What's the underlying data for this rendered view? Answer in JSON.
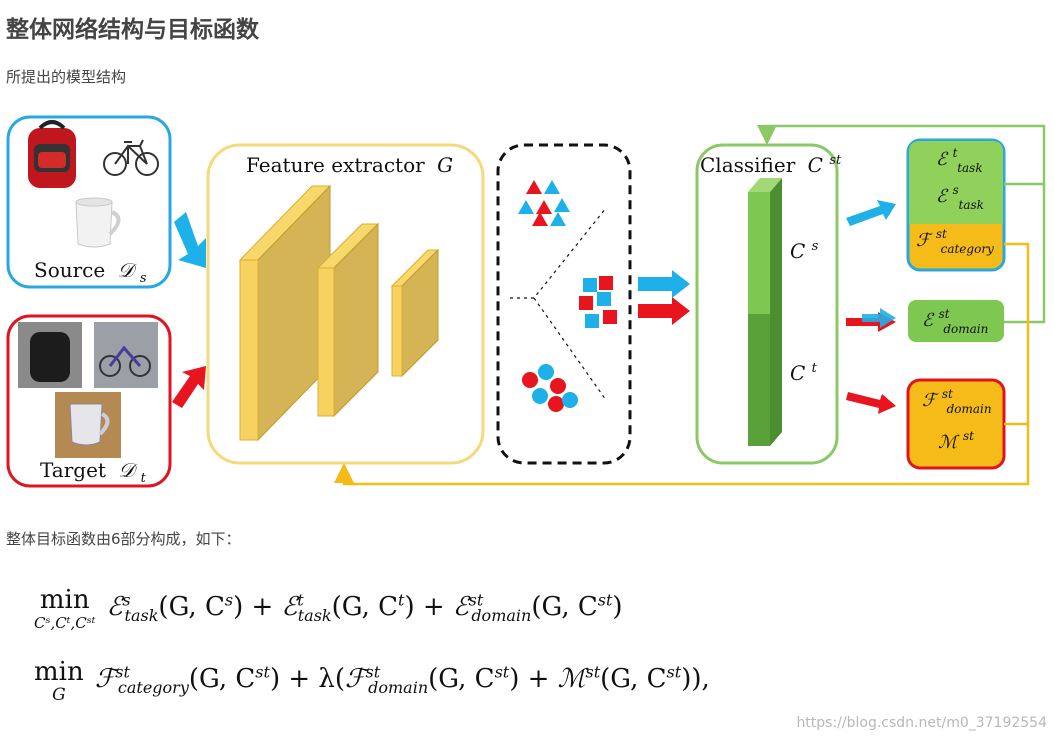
{
  "heading": "整体网络结构与目标函数",
  "intro": "所提出的模型结构",
  "diagram": {
    "source_label": "Source",
    "source_sym": "𝒟",
    "source_sub": "s",
    "target_label": "Target",
    "target_sym": "𝒟",
    "target_sub": "t",
    "feature_label": "Feature extractor",
    "feature_sym": "G",
    "classifier_label": "Classifier",
    "classifier_sym": "C",
    "classifier_sup": "st",
    "cs_sym": "C",
    "cs_sup": "s",
    "ct_sym": "C",
    "ct_sup": "t",
    "e_task_t": {
      "sym": "ℰ",
      "sup": "t",
      "sub": "task"
    },
    "e_task_s": {
      "sym": "ℰ",
      "sup": "s",
      "sub": "task"
    },
    "f_category": {
      "sym": "ℱ",
      "sup": "st",
      "sub": "category"
    },
    "e_domain": {
      "sym": "ℰ",
      "sup": "st",
      "sub": "domain"
    },
    "f_domain": {
      "sym": "ℱ",
      "sup": "st",
      "sub": "domain"
    },
    "m_st": {
      "sym": "ℳ",
      "sup": "st"
    },
    "colors": {
      "source_border": "#29a8e0",
      "target_border": "#e0141e",
      "feature_border": "#f5d97a",
      "feature_blocks": "#f0c840",
      "classifier_border": "#8cc865",
      "green_light": "#7ec852",
      "green_dark": "#5aa13a",
      "yellow_box": "#f5bb18",
      "blue": "#1eb0e8",
      "red": "#e8141e"
    }
  },
  "objective_intro": "整体目标函数由6部分构成，如下：",
  "eq1": {
    "min": "min",
    "min_sub": "Cˢ,Cᵗ,Cˢᵗ",
    "terms": "ℰˢ_task(G, Cˢ) + ℰᵗ_task(G, Cᵗ) + ℰˢᵗ_domain(G, Cˢᵗ)",
    "t1": "ℰ",
    "t1sup": "s",
    "t1sub": "task",
    "t1arg": "(G, C",
    "t1argsup": "s",
    "t1end": ") + ",
    "t2": "ℰ",
    "t2sup": "t",
    "t2sub": "task",
    "t2arg": "(G, C",
    "t2argsup": "t",
    "t2end": ") + ",
    "t3": "ℰ",
    "t3sup": "st",
    "t3sub": "domain",
    "t3arg": "(G, C",
    "t3argsup": "st",
    "t3end": ")"
  },
  "eq2": {
    "min": "min",
    "min_sub": "G",
    "t1": "ℱ",
    "t1sup": "st",
    "t1sub": "category",
    "t1arg": "(G, C",
    "t1argsup": "st",
    "t1end": ") + λ(",
    "t2": "ℱ",
    "t2sup": "st",
    "t2sub": "domain",
    "t2arg": "(G, C",
    "t2argsup": "st",
    "t2end": ") + ",
    "t3": "ℳ",
    "t3sup": "st",
    "t3arg": "(G, C",
    "t3argsup": "st",
    "t3end": ")),"
  },
  "watermark": "https://blog.csdn.net/m0_37192554"
}
